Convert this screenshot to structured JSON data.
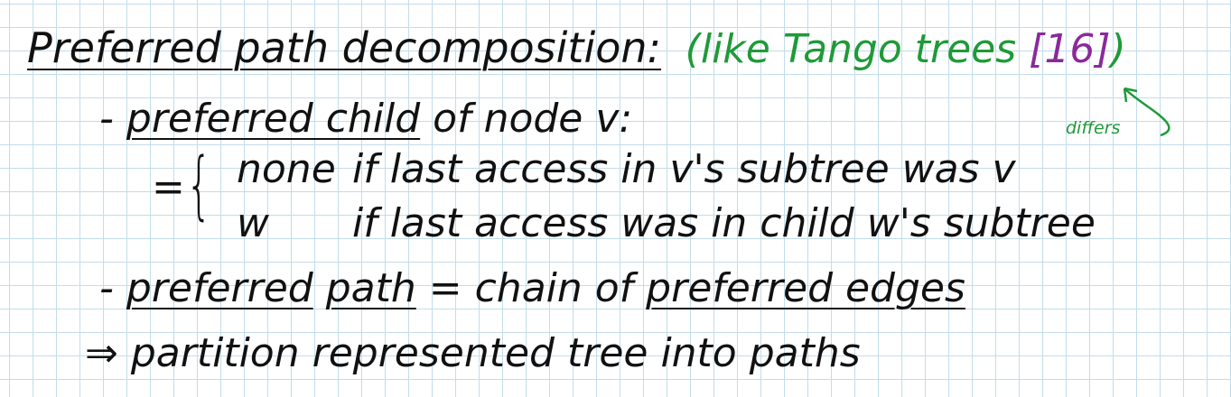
{
  "title": {
    "heading": "Preferred path decomposition:",
    "note": "(like Tango trees",
    "cite": "[16]",
    "close": ")"
  },
  "annotation": "differs",
  "bullet1": {
    "dash": "-",
    "term": "preferred child",
    "text": "of node v:"
  },
  "cases": {
    "equals": "=",
    "brace": "{",
    "case1": {
      "value": "none",
      "condition": "if last access in v's subtree was v"
    },
    "case2": {
      "value": "w",
      "condition": "if last access was in child w's subtree"
    }
  },
  "bullet2": {
    "dash": "-",
    "term1": "preferred",
    "term2": "path",
    "text": "= chain of",
    "term3": "preferred edges"
  },
  "bullet3": {
    "arrow": "⇒",
    "text": "partition represented tree into paths"
  },
  "colors": {
    "grid": "#c3dceb",
    "green_note": "#1f9a38",
    "purple_cite": "#8a2a9a",
    "ink": "#111111"
  }
}
